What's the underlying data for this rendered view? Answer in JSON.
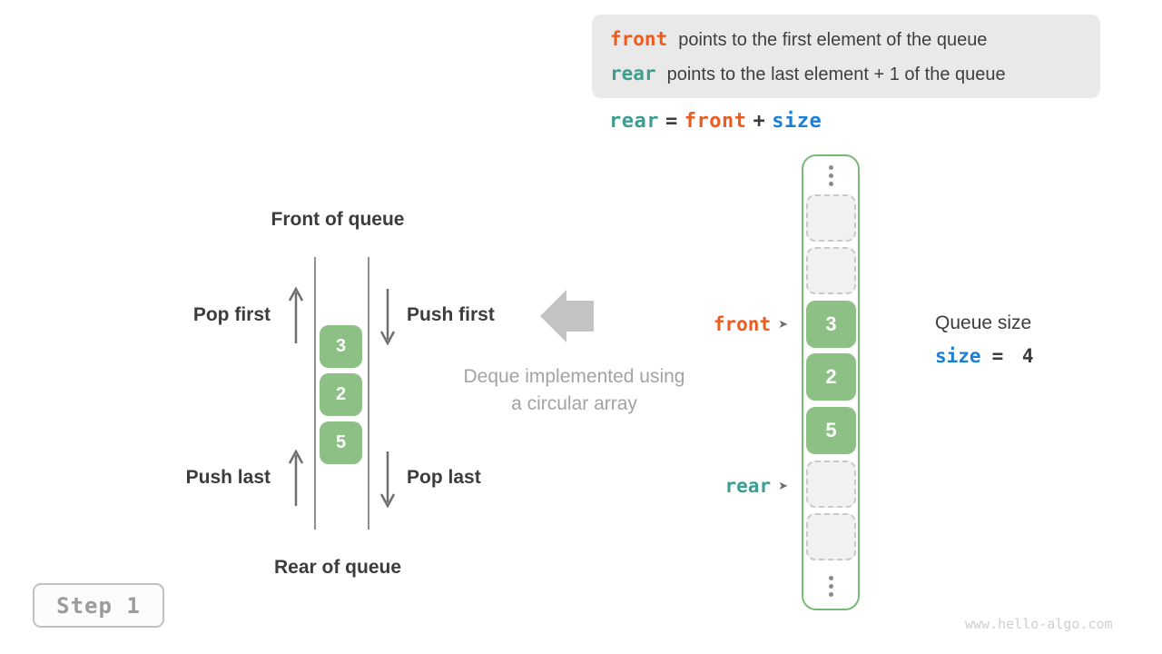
{
  "colors": {
    "accent_orange": "#ee5b1e",
    "accent_teal": "#3d9d8e",
    "accent_blue": "#1c80d4",
    "cell_green": "#8cc084",
    "frame_green": "#79b879",
    "info_box_bg": "#e9e9e9",
    "muted_gray": "#a3a3a3"
  },
  "info_box": {
    "line1": {
      "keyword": "front",
      "text": "points to the first element of the queue"
    },
    "line2": {
      "keyword": "rear",
      "text": "points to the last element + 1 of the queue"
    }
  },
  "formula": {
    "rear": "rear",
    "equals": "=",
    "front": "front",
    "plus": "+",
    "size": "size"
  },
  "left_diagram": {
    "front_label": "Front of queue",
    "rear_label": "Rear of queue",
    "pop_first": "Pop first",
    "push_first": "Push first",
    "push_last": "Push last",
    "pop_last": "Pop last",
    "values": [
      "3",
      "2",
      "5"
    ]
  },
  "center_caption": {
    "line1": "Deque implemented using",
    "line2": "a circular array"
  },
  "array_column": {
    "values": [
      "3",
      "2",
      "5"
    ],
    "front_pointer": "front",
    "rear_pointer": "rear",
    "pointer_arrow": "➤",
    "cells": [
      {
        "type": "ellipsis"
      },
      {
        "type": "empty"
      },
      {
        "type": "empty"
      },
      {
        "type": "value",
        "value": "3",
        "pointer": "front"
      },
      {
        "type": "value",
        "value": "2"
      },
      {
        "type": "value",
        "value": "5"
      },
      {
        "type": "empty",
        "pointer": "rear"
      },
      {
        "type": "empty"
      },
      {
        "type": "ellipsis"
      }
    ]
  },
  "queue_size": {
    "label": "Queue size",
    "keyword": "size",
    "equals_value": "= 4"
  },
  "step_badge": "Step 1",
  "watermark": "www.hello-algo.com"
}
